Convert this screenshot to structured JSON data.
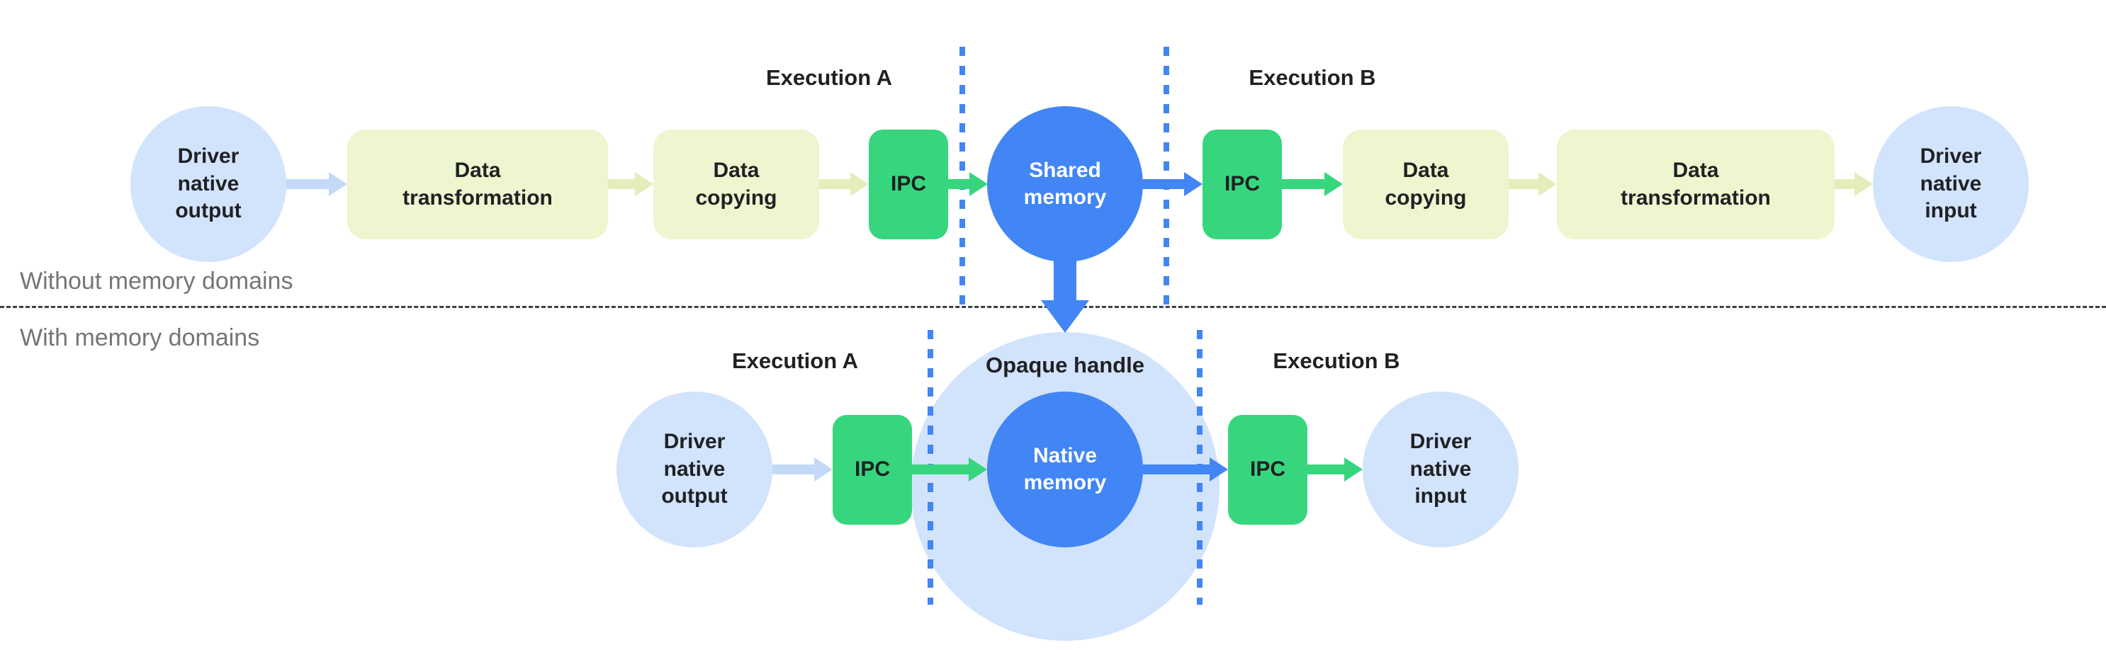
{
  "colors": {
    "light_blue_fill": "#d2e3fc",
    "blue_fill": "#4285f4",
    "lime_fill": "#edf6ce",
    "green_fill": "#37d67e",
    "arrow_light_blue": "#c3d9f7",
    "arrow_lime": "#e3eebb",
    "arrow_green": "#37d67e",
    "arrow_blue": "#4285f4",
    "dotted_boundary_blue": "#4285f4",
    "section_label_gray": "#757575"
  },
  "top": {
    "section_label": "Without memory domains",
    "execution_a": "Execution A",
    "execution_b": "Execution B",
    "nodes": {
      "driver_output": "Driver\nnative\noutput",
      "data_transform_left": "Data\ntransformation",
      "data_copy_left": "Data\ncopying",
      "ipc_left": "IPC",
      "shared_memory": "Shared\nmemory",
      "ipc_right": "IPC",
      "data_copy_right": "Data\ncopying",
      "data_transform_right": "Data\ntransformation",
      "driver_input": "Driver\nnative\ninput"
    }
  },
  "bottom": {
    "section_label": "With memory domains",
    "execution_a": "Execution A",
    "execution_b": "Execution B",
    "opaque_handle": "Opaque handle",
    "nodes": {
      "driver_output": "Driver\nnative\noutput",
      "ipc_left": "IPC",
      "native_memory": "Native\nmemory",
      "ipc_right": "IPC",
      "driver_input": "Driver\nnative\ninput"
    }
  }
}
